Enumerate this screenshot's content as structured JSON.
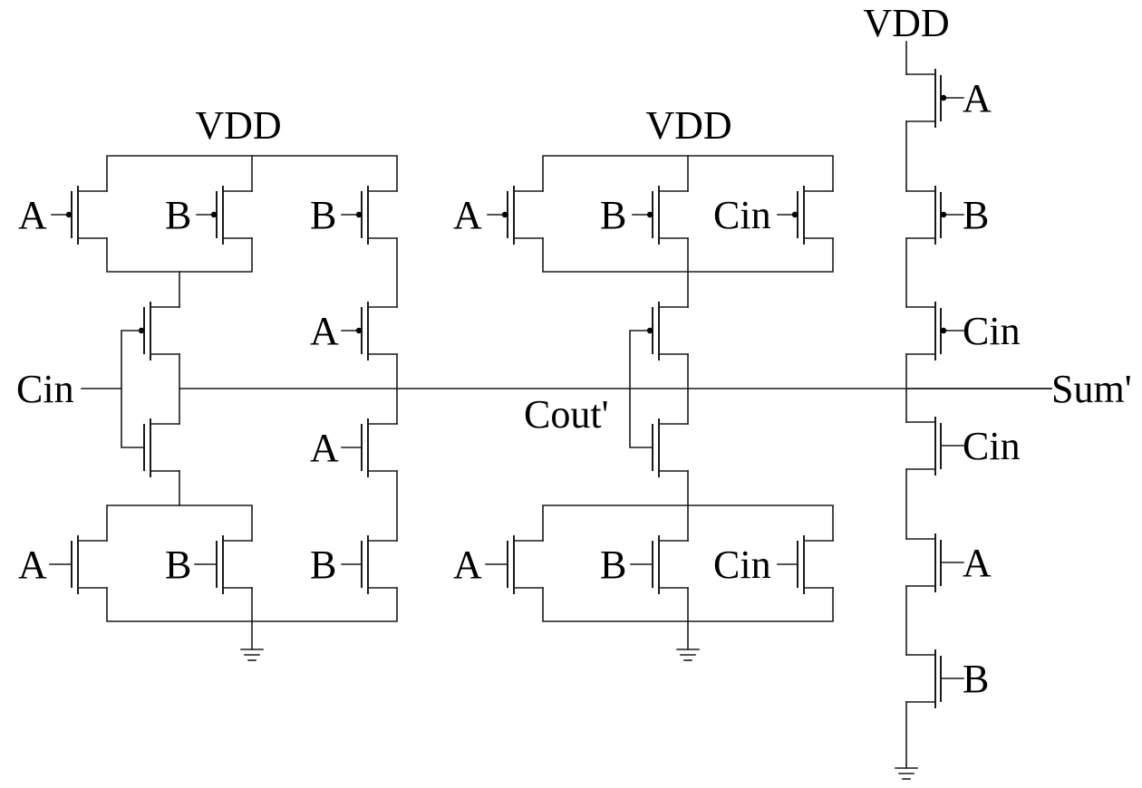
{
  "diagram": {
    "type": "CMOS mirror full adder schematic",
    "supply_label": "VDD",
    "outputs": {
      "carry": "Cout'",
      "sum": "Sum'"
    },
    "carry_stage": {
      "vdd_label": "VDD",
      "input_label": "Cin",
      "pmos_parallel": [
        "A",
        "B"
      ],
      "pmos_series_right": [
        "B",
        "A"
      ],
      "pmos_cin": "Cin",
      "nmos_cin": "Cin",
      "nmos_series_right": [
        "A",
        "B"
      ],
      "nmos_parallel": [
        "A",
        "B"
      ]
    },
    "sum_stage": {
      "vdd_label": "VDD",
      "output_label": "Cout'",
      "pmos_parallel": [
        "A",
        "B",
        "Cin"
      ],
      "nmos_parallel": [
        "A",
        "B",
        "Cin"
      ]
    },
    "sum_stack": {
      "vdd_label": "VDD",
      "pmos_series": [
        "A",
        "B",
        "Cin"
      ],
      "nmos_series": [
        "Cin",
        "A",
        "B"
      ],
      "output_label": "Sum'"
    }
  }
}
